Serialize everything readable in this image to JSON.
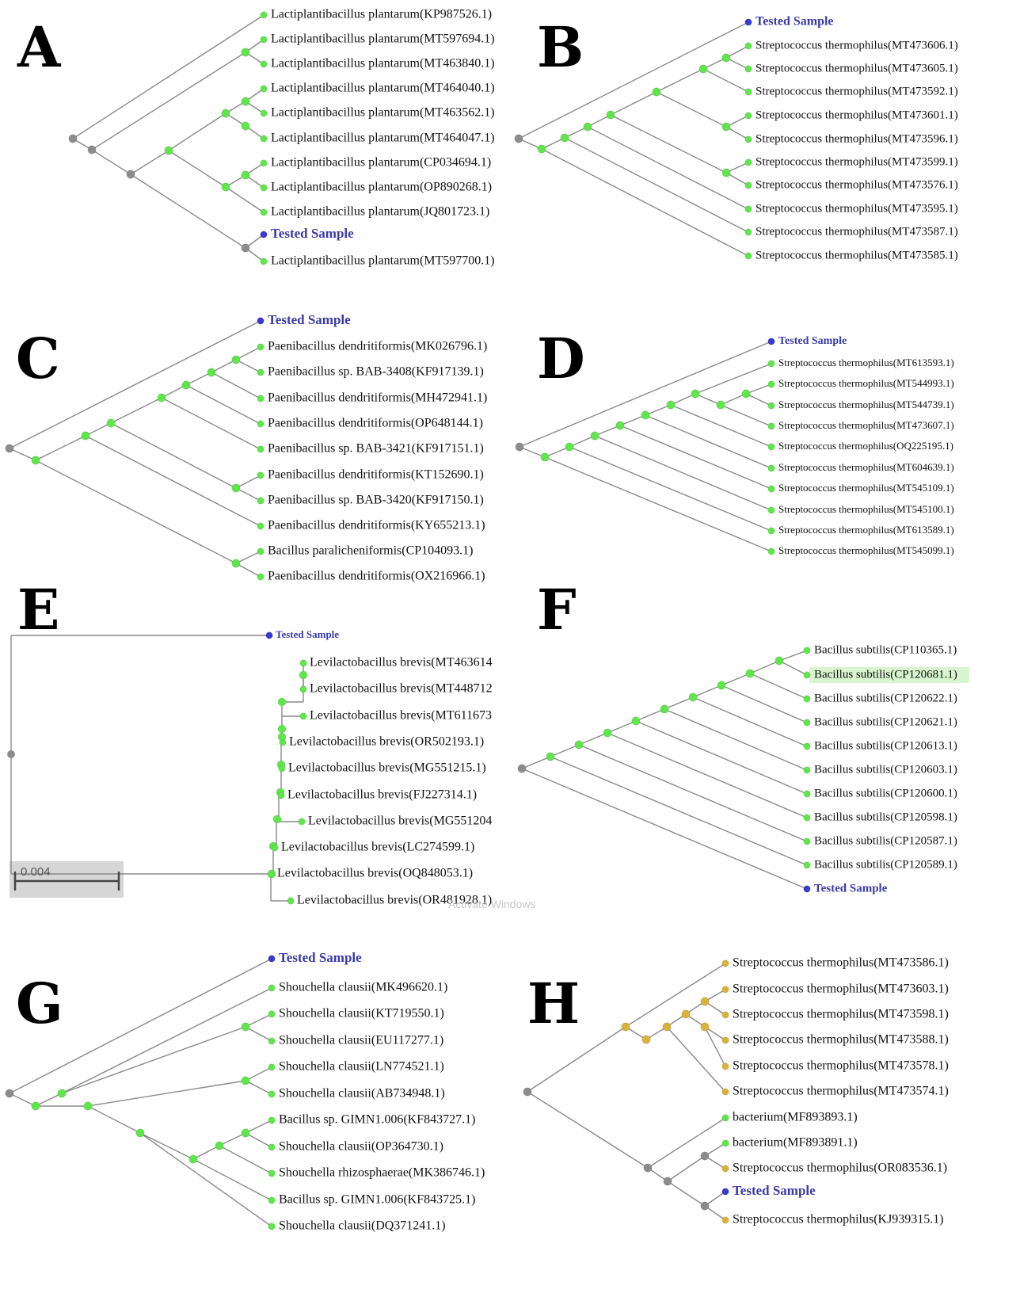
{
  "colors": {
    "branch": "#8a8a8a",
    "node_green": "#5ee64a",
    "node_gray": "#8c8c8c",
    "node_gold": "#d9b23a",
    "node_blue": "#3a3ad0",
    "tested_text": "#3a3aa8"
  },
  "panels": {
    "A": {
      "letter": "A",
      "leaves": [
        "Lactiplantibacillus plantarum(KP987526.1)",
        "Lactiplantibacillus plantarum(MT597694.1)",
        "Lactiplantibacillus plantarum(MT463840.1)",
        "Lactiplantibacillus plantarum(MT464040.1)",
        "Lactiplantibacillus plantarum(MT463562.1)",
        "Lactiplantibacillus plantarum(MT464047.1)",
        "Lactiplantibacillus plantarum(CP034694.1)",
        "Lactiplantibacillus plantarum(OP890268.1)",
        "Lactiplantibacillus plantarum(JQ801723.1)",
        "Tested Sample",
        "Lactiplantibacillus plantarum(MT597700.1)"
      ]
    },
    "B": {
      "letter": "B",
      "leaves": [
        "Tested Sample",
        "Streptococcus thermophilus(MT473606.1)",
        "Streptococcus thermophilus(MT473605.1)",
        "Streptococcus thermophilus(MT473592.1)",
        "Streptococcus thermophilus(MT473601.1)",
        "Streptococcus thermophilus(MT473596.1)",
        "Streptococcus thermophilus(MT473599.1)",
        "Streptococcus thermophilus(MT473576.1)",
        "Streptococcus thermophilus(MT473595.1)",
        "Streptococcus thermophilus(MT473587.1)",
        "Streptococcus thermophilus(MT473585.1)"
      ]
    },
    "C": {
      "letter": "C",
      "leaves": [
        "Tested Sample",
        "Paenibacillus dendritiformis(MK026796.1)",
        "Paenibacillus sp. BAB-3408(KF917139.1)",
        "Paenibacillus dendritiformis(MH472941.1)",
        "Paenibacillus dendritiformis(OP648144.1)",
        "Paenibacillus sp. BAB-3421(KF917151.1)",
        "Paenibacillus dendritiformis(KT152690.1)",
        "Paenibacillus sp. BAB-3420(KF917150.1)",
        "Paenibacillus dendritiformis(KY655213.1)",
        "Bacillus paralicheniformis(CP104093.1)",
        "Paenibacillus dendritiformis(OX216966.1)"
      ]
    },
    "D": {
      "letter": "D",
      "leaves": [
        "Tested Sample",
        "Streptococcus thermophilus(MT613593.1)",
        "Streptococcus thermophilus(MT544993.1)",
        "Streptococcus thermophilus(MT544739.1)",
        "Streptococcus thermophilus(MT473607.1)",
        "Streptococcus thermophilus(OQ225195.1)",
        "Streptococcus thermophilus(MT604639.1)",
        "Streptococcus thermophilus(MT545109.1)",
        "Streptococcus thermophilus(MT545100.1)",
        "Streptococcus thermophilus(MT613589.1)",
        "Streptococcus thermophilus(MT545099.1)"
      ]
    },
    "E": {
      "letter": "E",
      "scale": "0.004",
      "watermark": "Activate Windows",
      "leaves": [
        "Tested Sample",
        "Levilactobacillus brevis(MT463614",
        "Levilactobacillus brevis(MT448712",
        "Levilactobacillus brevis(MT611673",
        "Levilactobacillus brevis(OR502193.1)",
        "Levilactobacillus brevis(MG551215.1)",
        "Levilactobacillus brevis(FJ227314.1)",
        "Levilactobacillus brevis(MG551204",
        "Levilactobacillus brevis(LC274599.1)",
        "Levilactobacillus brevis(OQ848053.1)",
        "Levilactobacillus brevis(OR481928.1)"
      ]
    },
    "F": {
      "letter": "F",
      "leaves": [
        "Bacillus subtilis(CP110365.1)",
        "Bacillus subtilis(CP120681.1)",
        "Bacillus subtilis(CP120622.1)",
        "Bacillus subtilis(CP120621.1)",
        "Bacillus subtilis(CP120613.1)",
        "Bacillus subtilis(CP120603.1)",
        "Bacillus subtilis(CP120600.1)",
        "Bacillus subtilis(CP120598.1)",
        "Bacillus subtilis(CP120587.1)",
        "Bacillus subtilis(CP120589.1)",
        "Tested Sample"
      ]
    },
    "G": {
      "letter": "G",
      "leaves": [
        "Tested Sample",
        "Shouchella clausii(MK496620.1)",
        "Shouchella clausii(KT719550.1)",
        "Shouchella clausii(EU117277.1)",
        "Shouchella clausii(LN774521.1)",
        "Shouchella clausii(AB734948.1)",
        "Bacillus sp. GIMN1.006(KF843727.1)",
        "Shouchella clausii(OP364730.1)",
        "Shouchella rhizosphaerae(MK386746.1)",
        "Bacillus sp. GIMN1.006(KF843725.1)",
        "Shouchella clausii(DQ371241.1)"
      ]
    },
    "H": {
      "letter": "H",
      "leaves": [
        "Streptococcus thermophilus(MT473586.1)",
        "Streptococcus thermophilus(MT473603.1)",
        "Streptococcus thermophilus(MT473598.1)",
        "Streptococcus thermophilus(MT473588.1)",
        "Streptococcus thermophilus(MT473578.1)",
        "Streptococcus thermophilus(MT473574.1)",
        "bacterium(MF893893.1)",
        "bacterium(MF893891.1)",
        "Streptococcus thermophilus(OR083536.1)",
        "Tested Sample",
        "Streptococcus thermophilus(KJ939315.1)"
      ]
    }
  }
}
